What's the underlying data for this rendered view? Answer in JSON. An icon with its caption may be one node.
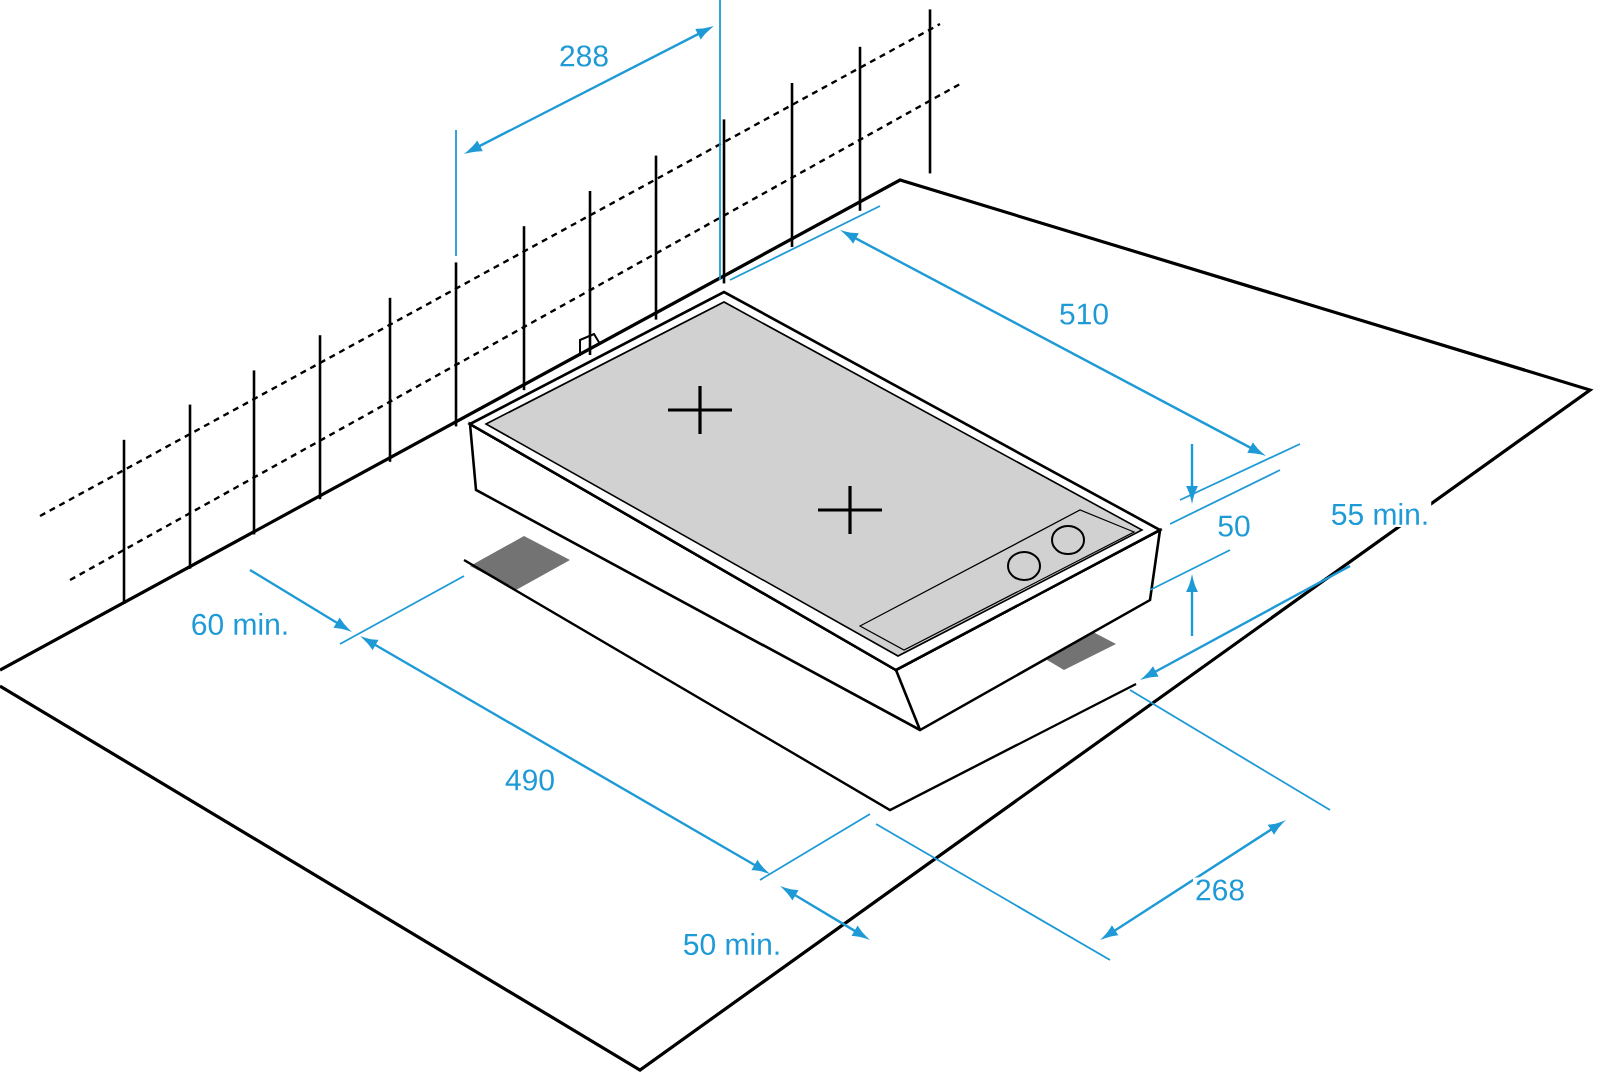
{
  "diagram": {
    "labels": [
      "288",
      "510",
      "50",
      "55 min.",
      "60 min.",
      "490",
      "50 min.",
      "268"
    ]
  }
}
